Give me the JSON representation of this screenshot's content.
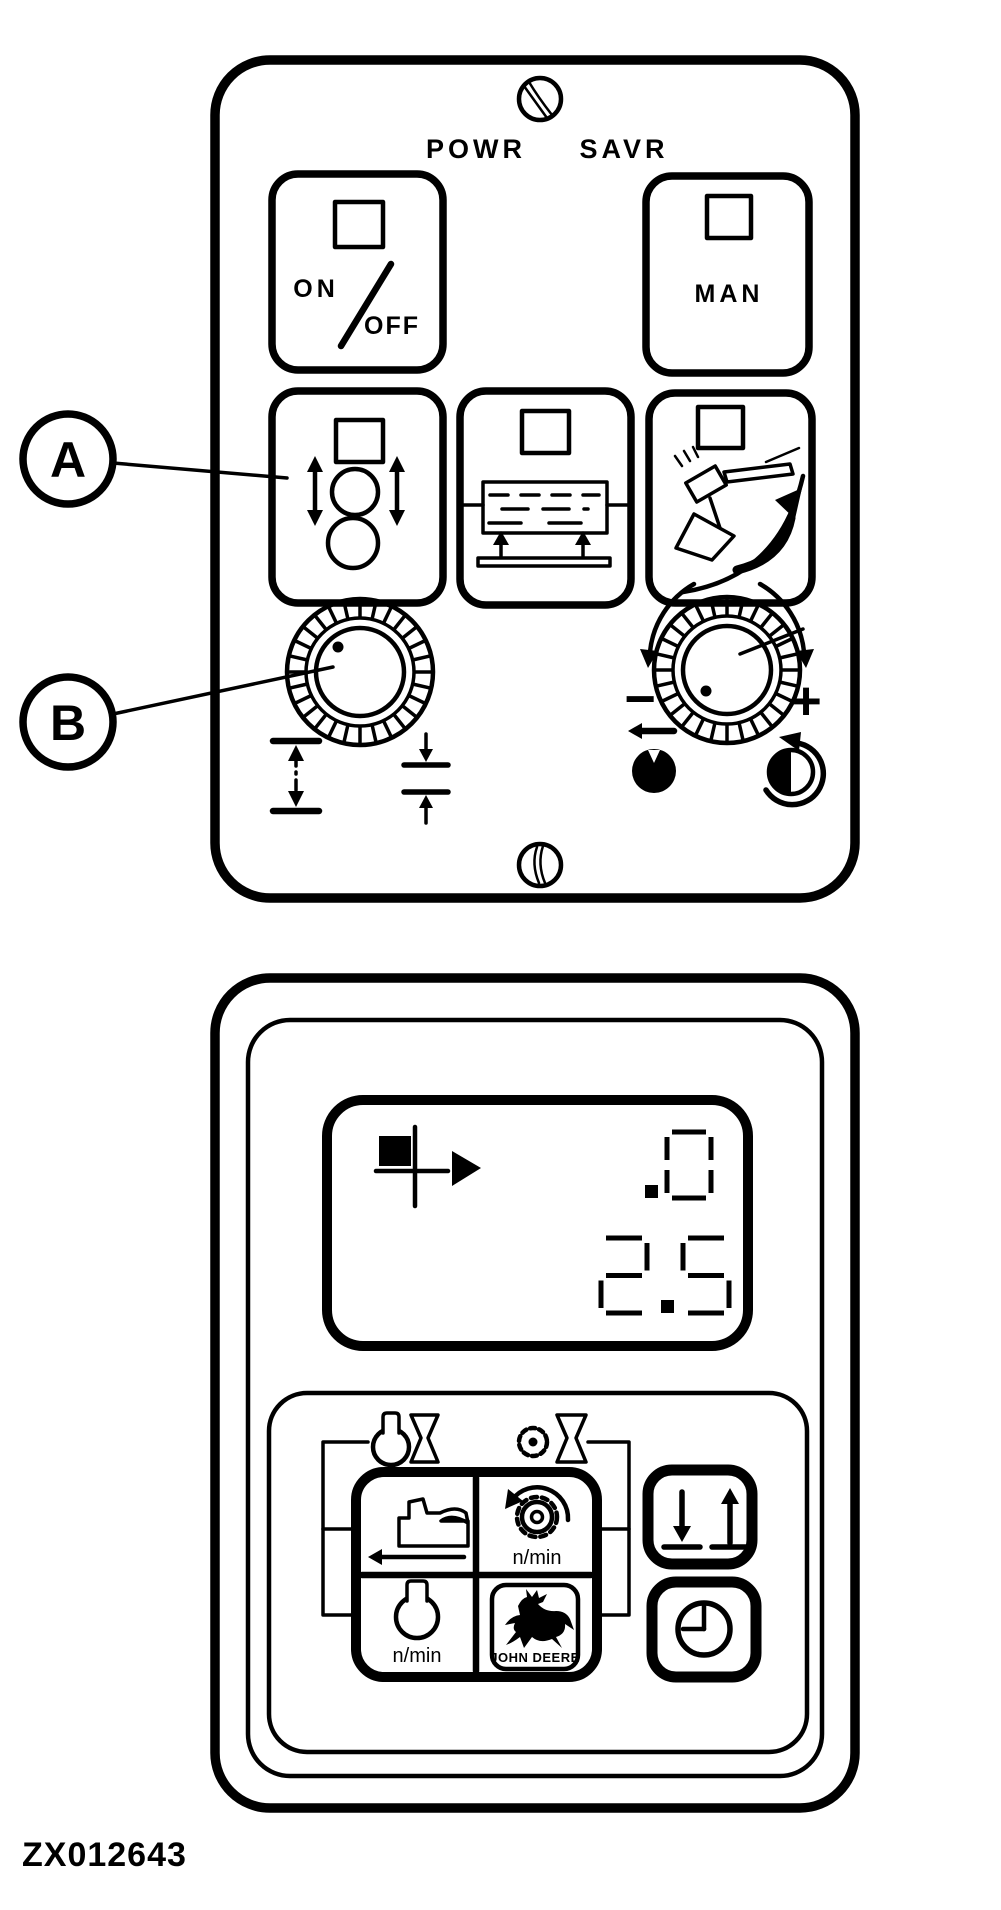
{
  "figure_code": "ZX012643",
  "top_panel": {
    "title_left": "POWR",
    "title_right": "SAVR",
    "on_label": "ON",
    "off_label": "OFF",
    "man_label": "MAN",
    "minus_label": "−",
    "plus_label": "+"
  },
  "callouts": {
    "a": "A",
    "b": "B"
  },
  "bottom_panel": {
    "lcd": {
      "top_value": ".0",
      "bottom_value": "2.5"
    },
    "rpm_label_top": "n/min",
    "rpm_label_bottom": "n/min",
    "brand_label": "JOHN DEERE"
  },
  "icons": {
    "top_panel": [
      "screw-icon",
      "indicator-window",
      "rollers-updown-icon",
      "bale-chamber-icon",
      "knife-sharpen-icon",
      "ridged-knob",
      "bale-height-range-icon",
      "bale-height-min-icon",
      "rotate-left-arrow-icon",
      "rotate-right-arrow-icon",
      "knob-position-full-icon",
      "knob-position-half-icon"
    ],
    "bottom_panel": [
      "bale-flake-icon",
      "seven-segment-digits",
      "balloon-icon",
      "hourglass-icon",
      "sprocket-icon",
      "harvester-icon",
      "gear-rotation-icon",
      "bulb-icon",
      "deere-logo-icon",
      "lower-raise-icon",
      "clock-icon"
    ]
  }
}
